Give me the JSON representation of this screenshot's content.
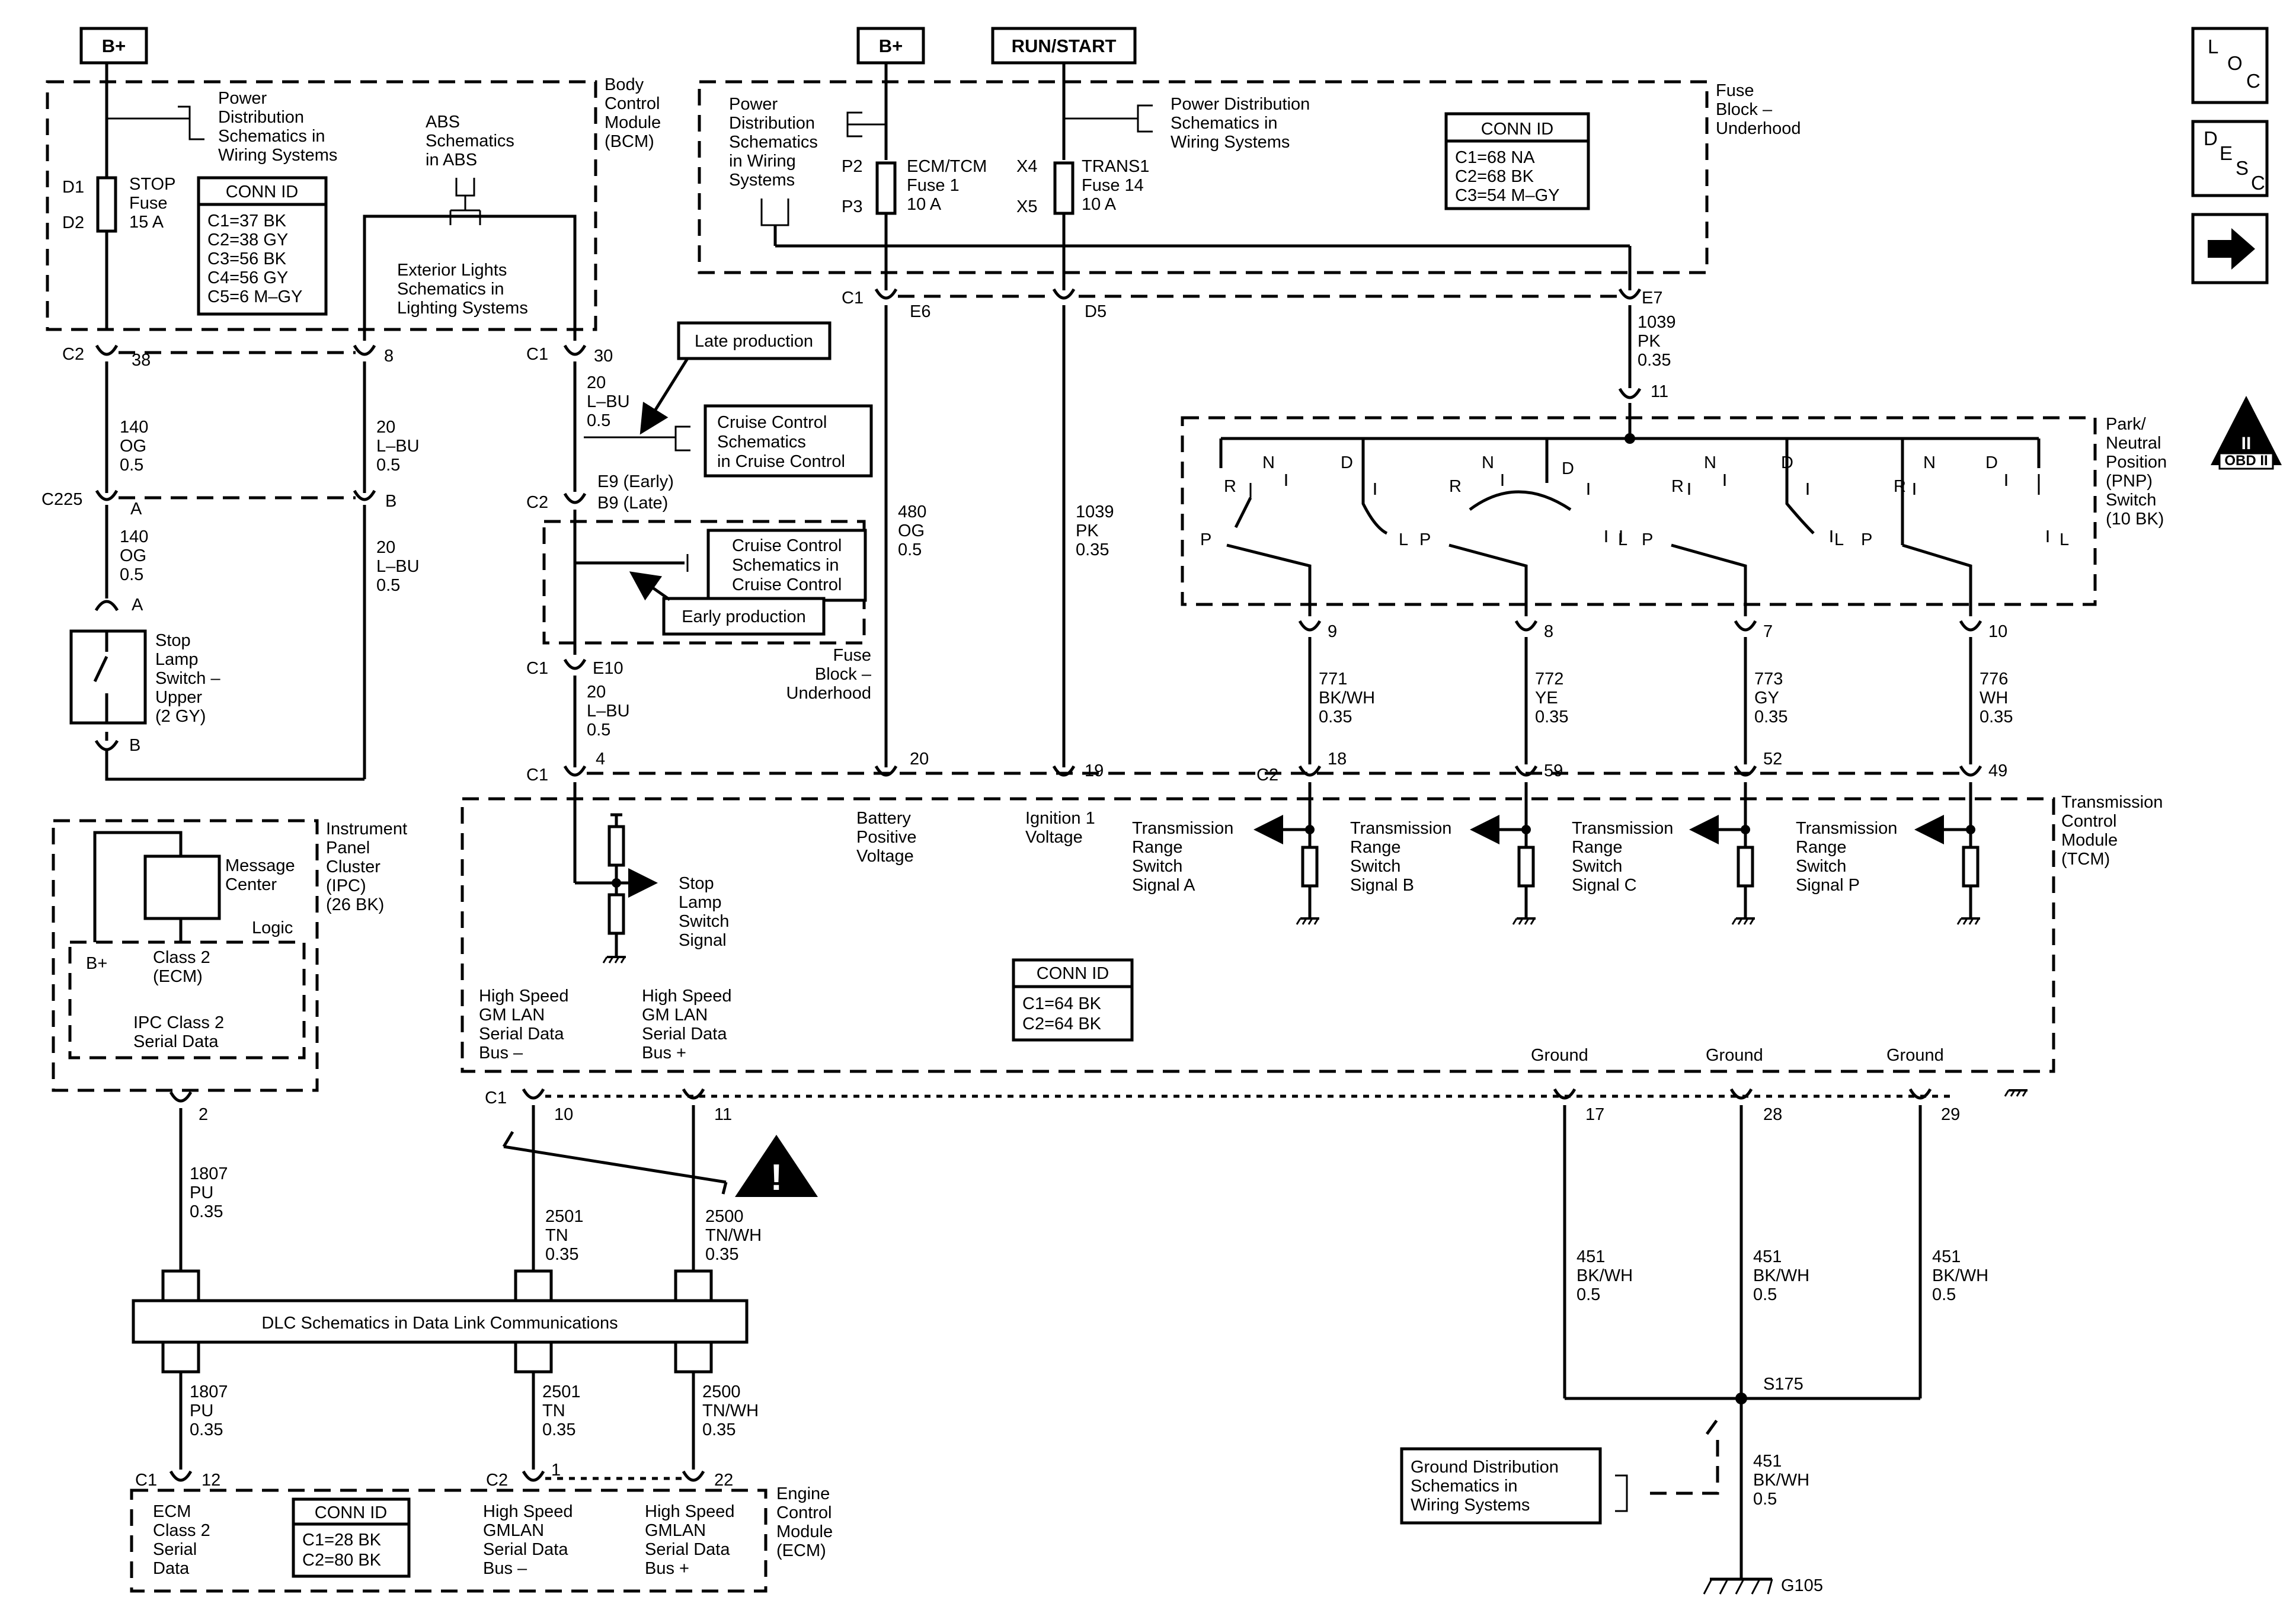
{
  "labels": {
    "bplus": "B+",
    "run_start": "RUN/START",
    "pd1": [
      "Power",
      "Distribution",
      "Schematics in",
      "Wiring Systems"
    ],
    "abs": [
      "ABS",
      "Schematics",
      "in ABS"
    ],
    "ext": [
      "Exterior Lights",
      "Schematics in",
      "Lighting Systems"
    ],
    "bcm": [
      "Body",
      "Control",
      "Module",
      "(BCM)"
    ],
    "stop_fuse": [
      "STOP",
      "Fuse",
      "15 A"
    ],
    "d1": "D1",
    "d2": "D2",
    "bcm_conn_title": "CONN ID",
    "bcm_conn": [
      "C1=37 BK",
      "C2=38 GY",
      "C3=56 BK",
      "C4=56 GY",
      "C5=6 M–GY"
    ],
    "c2": "C2",
    "c1": "C1",
    "c225": "C225",
    "p38": "38",
    "p8": "8",
    "p30": "30",
    "w140a": [
      "140",
      "OG",
      "0.5"
    ],
    "w20lbu1": [
      "20",
      "L–BU",
      "0.5"
    ],
    "pA": "A",
    "pB": "B",
    "w140b": [
      "140",
      "OG",
      "0.5"
    ],
    "w20lbu2": [
      "20",
      "L–BU",
      "0.5"
    ],
    "stoplamp": [
      "Stop",
      "Lamp",
      "Switch –",
      "Upper",
      "(2 GY)"
    ],
    "late": "Late production",
    "early": "Early production",
    "cruise1": [
      "Cruise Control",
      "Schematics",
      "in Cruise Control"
    ],
    "cruise2": [
      "Cruise Control",
      "Schematics in",
      "Cruise Control"
    ],
    "w20lbu3": [
      "20",
      "L–BU",
      "0.5"
    ],
    "e9b9": [
      "E9 (Early)",
      "B9 (Late)"
    ],
    "fuseblock2": [
      "Fuse",
      "Block –",
      "Underhood"
    ],
    "e10": "E10",
    "w20lbu4": [
      "20",
      "L–BU",
      "0.5"
    ],
    "p4": "4",
    "pd2": [
      "Power",
      "Distribution",
      "Schematics",
      "in Wiring",
      "Systems"
    ],
    "p2": "P2",
    "p3": "P3",
    "x4": "X4",
    "x5": "X5",
    "ecm_fuse": [
      "ECM/TCM",
      "Fuse 1",
      "10 A"
    ],
    "trans_fuse": [
      "TRANS1",
      "Fuse 14",
      "10 A"
    ],
    "pd3": [
      "Power Distribution",
      "Schematics in",
      "Wiring Systems"
    ],
    "fb_conn_title": "CONN ID",
    "fb_conn": [
      "C1=68 NA",
      "C2=68 BK",
      "C3=54 M–GY"
    ],
    "fuseblock1": [
      "Fuse",
      "Block –",
      "Underhood"
    ],
    "e6": "E6",
    "d5": "D5",
    "e7": "E7",
    "w1039a": [
      "1039",
      "PK",
      "0.35"
    ],
    "p11": "11",
    "w480": [
      "480",
      "OG",
      "0.5"
    ],
    "w1039b": [
      "1039",
      "PK",
      "0.35"
    ],
    "pnp": [
      "Park/",
      "Neutral",
      "Position",
      "(PNP)",
      "Switch",
      "(10 BK)"
    ],
    "R": "R",
    "N": "N",
    "D": "D",
    "P": "P",
    "L": "L",
    "pnp_pins": [
      "9",
      "8",
      "7",
      "10"
    ],
    "pnp_wires": [
      [
        "771",
        "BK/WH",
        "0.35"
      ],
      [
        "772",
        "YE",
        "0.35"
      ],
      [
        "773",
        "GY",
        "0.35"
      ],
      [
        "776",
        "WH",
        "0.35"
      ]
    ],
    "tcm_pins": [
      "18",
      "59",
      "52",
      "49"
    ],
    "p20": "20",
    "p19": "19",
    "batt": [
      "Battery",
      "Positive",
      "Voltage"
    ],
    "ign": [
      "Ignition 1",
      "Voltage"
    ],
    "trs": [
      [
        "Transmission",
        "Range",
        "Switch",
        "Signal A"
      ],
      [
        "Transmission",
        "Range",
        "Switch",
        "Signal B"
      ],
      [
        "Transmission",
        "Range",
        "Switch",
        "Signal C"
      ],
      [
        "Transmission",
        "Range",
        "Switch",
        "Signal P"
      ]
    ],
    "tcm": [
      "Transmission",
      "Control",
      "Module",
      "(TCM)"
    ],
    "stop_signal": [
      "Stop",
      "Lamp",
      "Switch",
      "Signal"
    ],
    "ipc": [
      "Instrument",
      "Panel",
      "Cluster",
      "(IPC)",
      "(26 BK)"
    ],
    "msg": [
      "Message",
      "Center"
    ],
    "logic": "Logic",
    "class2": [
      "Class 2",
      "(ECM)"
    ],
    "ipc_class2": [
      "IPC Class 2",
      "Serial Data"
    ],
    "tcm_conn_title": "CONN ID",
    "tcm_conn": [
      "C1=64 BK",
      "C2=64 BK"
    ],
    "hs_minus": [
      "High Speed",
      "GM LAN",
      "Serial Data",
      "Bus –"
    ],
    "hs_plus": [
      "High Speed",
      "GM LAN",
      "Serial Data",
      "Bus +"
    ],
    "ground": "Ground",
    "gpins": [
      "17",
      "28",
      "29"
    ],
    "p10": "10",
    "p2b": "2",
    "w1807a": [
      "1807",
      "PU",
      "0.35"
    ],
    "w2501a": [
      "2501",
      "TN",
      "0.35"
    ],
    "w2500a": [
      "2500",
      "TN/WH",
      "0.35"
    ],
    "w451": [
      "451",
      "BK/WH",
      "0.5"
    ],
    "dlc": "DLC Schematics in Data Link Communications",
    "w1807b": [
      "1807",
      "PU",
      "0.35"
    ],
    "w2501b": [
      "2501",
      "TN",
      "0.35"
    ],
    "w2500b": [
      "2500",
      "TN/WH",
      "0.35"
    ],
    "s175": "S175",
    "gnd_dist": [
      "Ground Distribution",
      "Schematics in",
      "Wiring Systems"
    ],
    "g105": "G105",
    "p12": "12",
    "p1": "1",
    "p22": "22",
    "ecm_class2": [
      "ECM",
      "Class 2",
      "Serial",
      "Data"
    ],
    "ecm_conn_title": "CONN ID",
    "ecm_conn": [
      "C1=28 BK",
      "C2=80 BK"
    ],
    "hs_minus2": [
      "High Speed",
      "GMLAN",
      "Serial Data",
      "Bus –"
    ],
    "hs_plus2": [
      "High Speed",
      "GMLAN",
      "Serial Data",
      "Bus +"
    ],
    "ecm": [
      "Engine",
      "Control",
      "Module",
      "(ECM)"
    ],
    "nav_loc": [
      "L",
      "O",
      "C"
    ],
    "nav_desc": [
      "D",
      "E",
      "S",
      "C"
    ],
    "obd": [
      "II",
      "OBD II"
    ]
  }
}
